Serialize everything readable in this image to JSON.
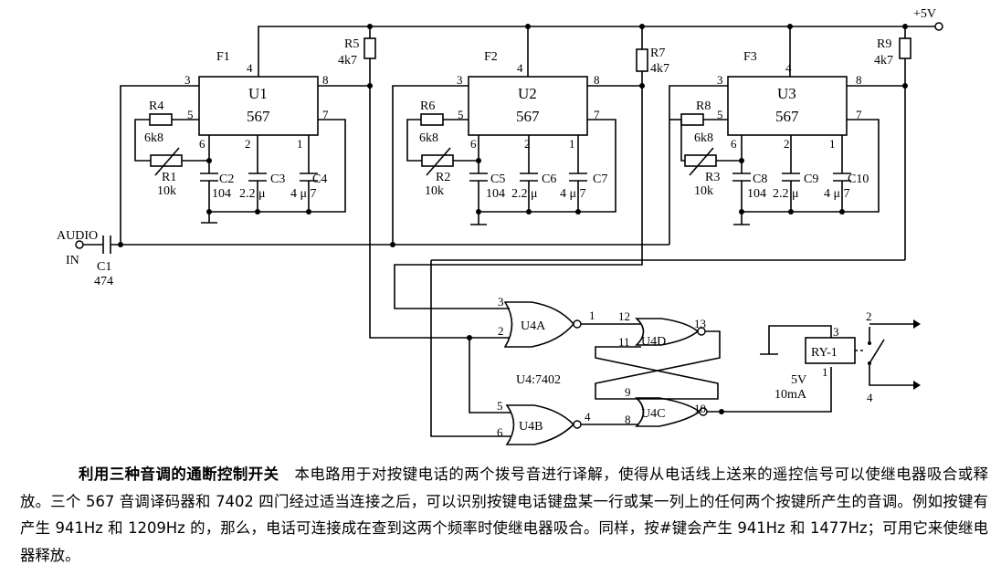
{
  "schematic": {
    "supply": "+5V",
    "decoders": [
      {
        "block": "F1",
        "ic": "U1",
        "type": "567",
        "pins": {
          "p1": "1",
          "p2": "2",
          "p3": "3",
          "p4": "4",
          "p5": "5",
          "p6": "6",
          "p7": "7",
          "p8": "8"
        },
        "r_fixed": "R4",
        "r_fixed_val": "6k8",
        "r_var": "R1",
        "r_var_val": "10k",
        "pullup": "R5",
        "pullup_val": "4k7",
        "caps": [
          {
            "name": "C2",
            "value": "104"
          },
          {
            "name": "C3",
            "value": "2.2 μ"
          },
          {
            "name": "C4",
            "value": "4 μ 7"
          }
        ]
      },
      {
        "block": "F2",
        "ic": "U2",
        "type": "567",
        "pins": {
          "p1": "1",
          "p2": "2",
          "p3": "3",
          "p4": "4",
          "p5": "5",
          "p6": "6",
          "p7": "7",
          "p8": "8"
        },
        "r_fixed": "R6",
        "r_fixed_val": "6k8",
        "r_var": "R2",
        "r_var_val": "10k",
        "pullup": "R7",
        "pullup_val": "4k7",
        "caps": [
          {
            "name": "C5",
            "value": "104"
          },
          {
            "name": "C6",
            "value": "2.2 μ"
          },
          {
            "name": "C7",
            "value": "4 μ 7"
          }
        ]
      },
      {
        "block": "F3",
        "ic": "U3",
        "type": "567",
        "pins": {
          "p1": "1",
          "p2": "2",
          "p3": "3",
          "p4": "4",
          "p5": "5",
          "p6": "6",
          "p7": "7",
          "p8": "8"
        },
        "r_fixed": "R8",
        "r_fixed_val": "6k8",
        "r_var": "R3",
        "r_var_val": "10k",
        "pullup": "R9",
        "pullup_val": "4k7",
        "caps": [
          {
            "name": "C8",
            "value": "104"
          },
          {
            "name": "C9",
            "value": "2.2 μ"
          },
          {
            "name": "C10",
            "value": "4 μ 7"
          }
        ]
      }
    ],
    "input": {
      "label_top": "AUDIO",
      "label_bottom": "IN",
      "cap": "C1",
      "cap_value": "474"
    },
    "gates": [
      {
        "name": "U4A",
        "in_a": "3",
        "in_b": "2",
        "out": "1"
      },
      {
        "name": "U4B",
        "in_a": "5",
        "in_b": "6",
        "out": "4"
      },
      {
        "name": "U4D",
        "in_a": "12",
        "in_b": "11",
        "out": "13"
      },
      {
        "name": "U4C",
        "in_a": "9",
        "in_b": "8",
        "out": "10"
      }
    ],
    "gate_chip": "U4:7402",
    "relay": {
      "name": "RY-1",
      "pin1": "1",
      "pin2": "2",
      "pin3": "3",
      "pin4": "4",
      "rating_v": "5V",
      "rating_i": "10mA"
    }
  },
  "caption": {
    "title": "利用三种音调的通断控制开关",
    "body": "本电路用于对按键电话的两个拨号音进行译解，使得从电话线上送来的遥控信号可以使继电器吸合或释放。三个 567 音调译码器和 7402 四门经过适当连接之后，可以识别按键电话键盘某一行或某一列上的任何两个按键所产生的音调。例如按键有产生 941Hz 和 1209Hz 的，那么，电话可连接成在查到这两个频率时使继电器吸合。同样，按#键会产生 941Hz 和 1477Hz；可用它来使继电器释放。"
  }
}
